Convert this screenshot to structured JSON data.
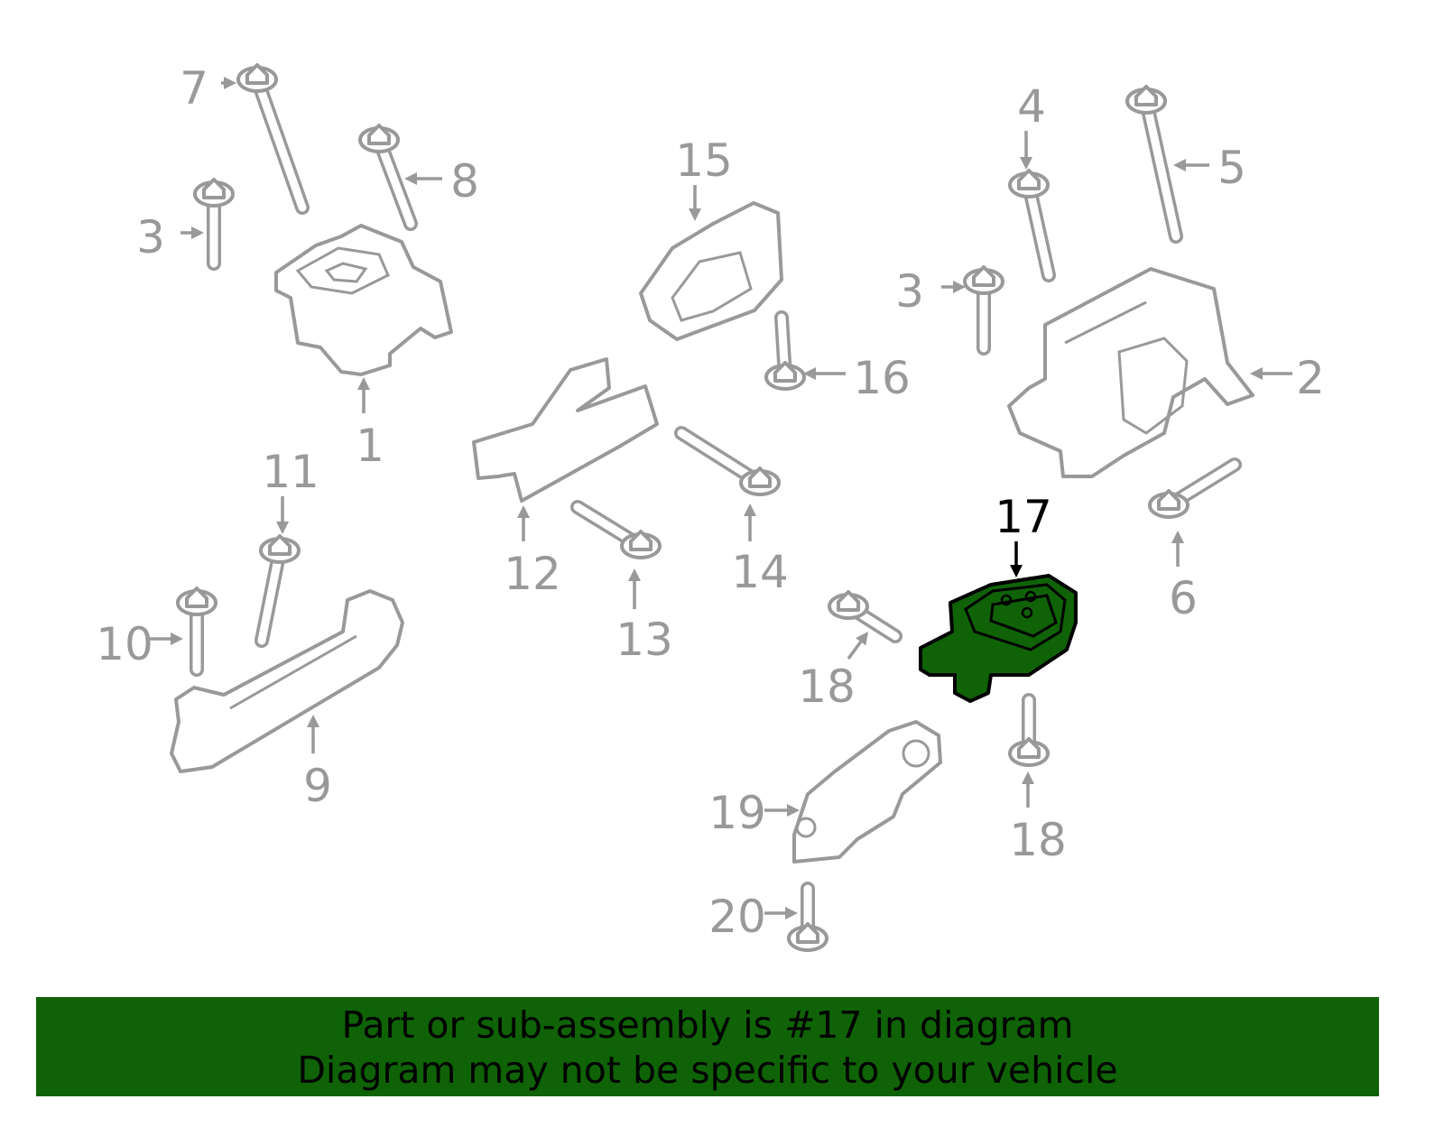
{
  "diagram": {
    "highlighted_part": "17",
    "highlight_color": "#0f6306",
    "callouts": [
      {
        "number": "7"
      },
      {
        "number": "8"
      },
      {
        "number": "3"
      },
      {
        "number": "15"
      },
      {
        "number": "4"
      },
      {
        "number": "5"
      },
      {
        "number": "3"
      },
      {
        "number": "2"
      },
      {
        "number": "16"
      },
      {
        "number": "1"
      },
      {
        "number": "11"
      },
      {
        "number": "17"
      },
      {
        "number": "12"
      },
      {
        "number": "14"
      },
      {
        "number": "6"
      },
      {
        "number": "10"
      },
      {
        "number": "13"
      },
      {
        "number": "18"
      },
      {
        "number": "9"
      },
      {
        "number": "19"
      },
      {
        "number": "18"
      },
      {
        "number": "20"
      }
    ]
  },
  "banner": {
    "line1": "Part or sub-assembly is #17 in diagram",
    "line2": "Diagram may not be specific to your vehicle",
    "background": "#0f6306"
  }
}
